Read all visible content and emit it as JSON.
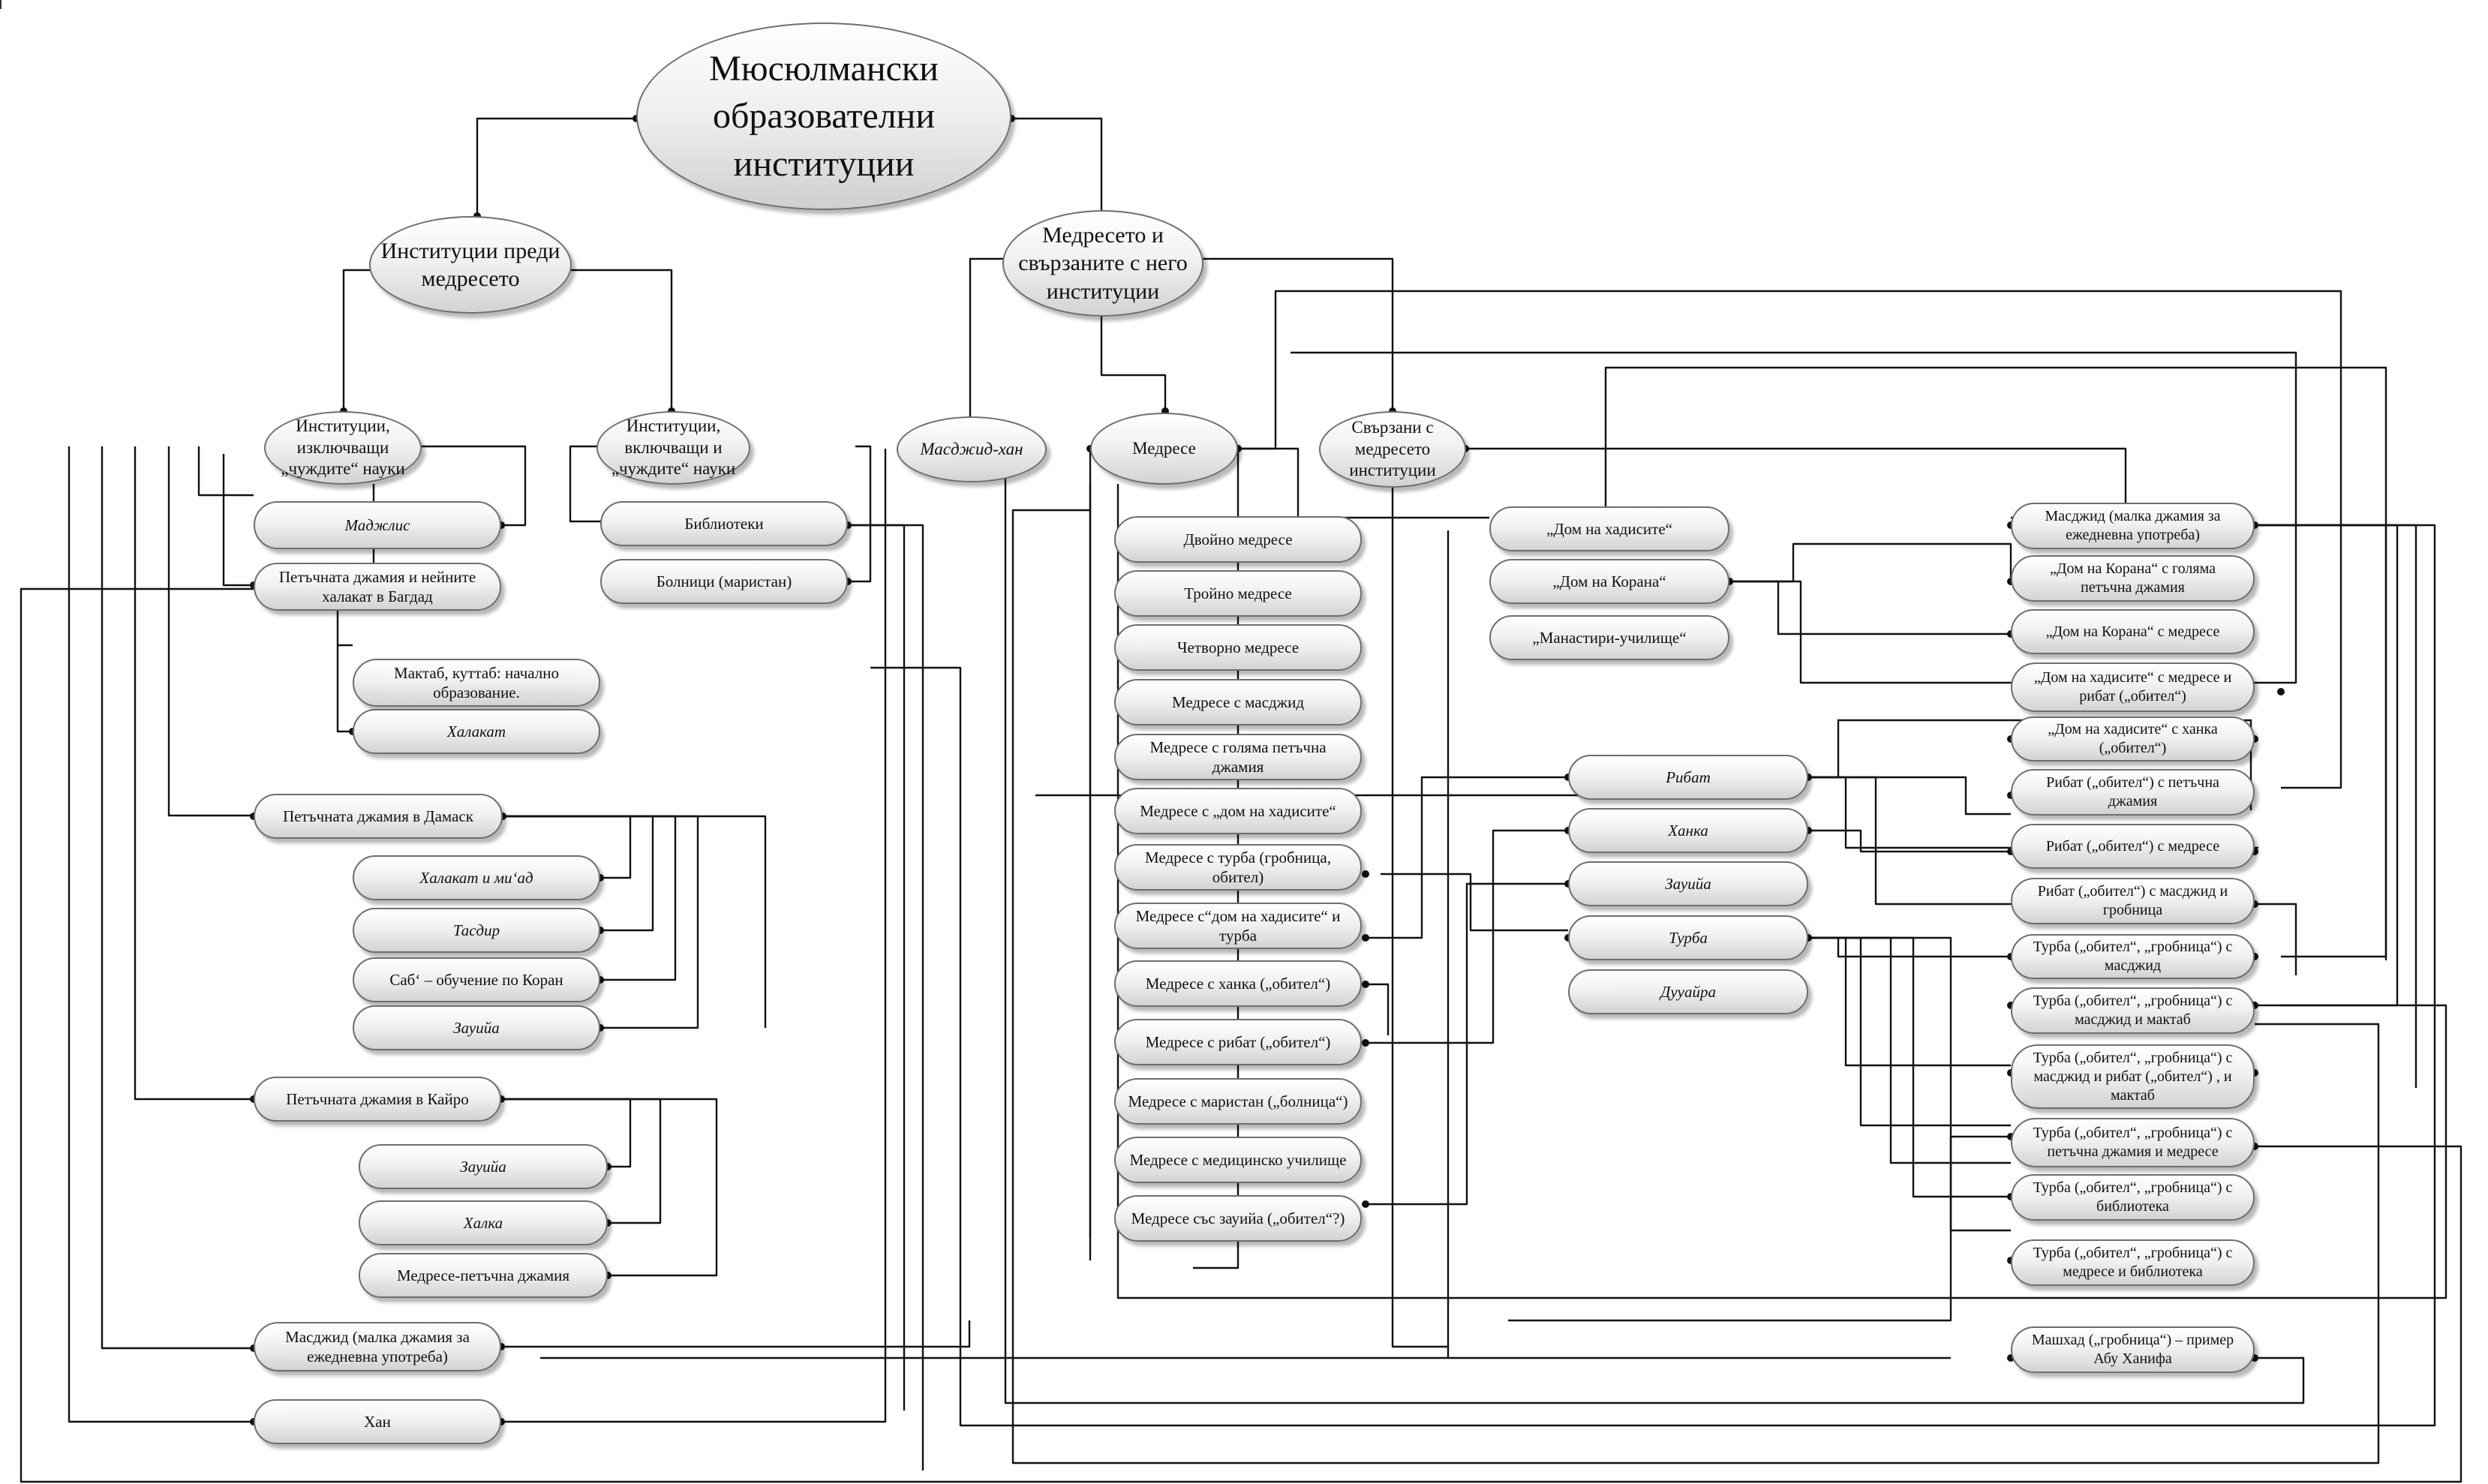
{
  "root": {
    "title": "Мюсюлмански образователни институции"
  },
  "categories": {
    "before_madrasa": "Институции преди медресето",
    "madrasa_related": "Медресето и свързаните с него институции"
  },
  "branches": {
    "excluding_foreign": "Институции, изключващи „чуждите“ науки",
    "including_foreign": "Институции, включващи и „чуждите“ науки",
    "masjid_khan": "Масджид-хан",
    "madrasa": "Медресе",
    "related": "Свързани с медресето институции"
  },
  "excluding_items": {
    "majlis": "Маджлис",
    "baghdad_mosque": "Петъчната джамия и нейните халакат в Багдад",
    "maktab": "Мактаб, куттаб: начално образование.",
    "halaqat": "Халакат",
    "damascus_mosque": "Петъчната джамия в Дамаск",
    "halaqat_miad": "Халакат и ми‘ад",
    "tasdir": "Тасдир",
    "sab": "Сaб‘ – обучение по Коран",
    "zawiya_1": "Зауийа",
    "cairo_mosque": "Петъчната джамия в Кайро",
    "zawiya_2": "Зауийа",
    "halqa": "Халка",
    "madrasa_friday_mosque": "Медресе-петъчна джамия",
    "masjid": "Масджид (малка джамия за ежедневна употреба)",
    "khan": "Хан"
  },
  "including_items": {
    "libraries": "Библиотеки",
    "hospitals": "Болници (маристан)"
  },
  "madrasa_types": [
    "Двойно медресе",
    "Тройно медресе",
    "Четворно медресе",
    "Медресе с масджид",
    "Медресе с голяма петъчна джамия",
    "Медресе с „дом на хадисите“",
    "Медресе с турба (гробница, обител)",
    "Медресе с“дом на хадисите“ и турба",
    "Медресе с ханка („обител“)",
    "Медресе с рибат („обител“)",
    "Медресе с маристан („болница“)",
    "Медресе с медицинско училище",
    "Медресе със зауийа („обител“?)"
  ],
  "related_items": {
    "hadith_house": "„Дом на хадисите“",
    "quran_house": "„Дом на Корана“",
    "monastery_school": "„Манастири-училище“",
    "ribat": "Рибат",
    "khanqa": "Ханка",
    "zawiya": "Зауийа",
    "turba": "Турба",
    "duwayra": "Дууайра"
  },
  "combinations": [
    "Масджид (малка джамия за ежедневна употреба)",
    "„Дом на Корана“ с голяма петъчна джамия",
    "„Дом на Корана“ с медресе",
    "„Дом на хадисите“ с медресе и рибат („обител“)",
    "„Дом на хадисите“ с ханка („обител“)",
    "Рибат („обител“) с петъчна джамия",
    "Рибат („обител“) с медресе",
    "Рибат („обител“) с масджид и гробница",
    "Турба („обител“, „гробница“) с масджид",
    "Турба („обител“, „гробница“) с масджид и мактаб",
    "Турба („обител“, „гробница“) с масджид и рибат („обител“) , и мактаб",
    "Турба („обител“, „гробница“) с петъчна джамия и медресе",
    "Турба („обител“, „гробница“) с библиотека",
    "Турба („обител“, „гробница“) с медресе и библиотека",
    "Машхад („гробница“) – пример Абу Ханифа"
  ]
}
